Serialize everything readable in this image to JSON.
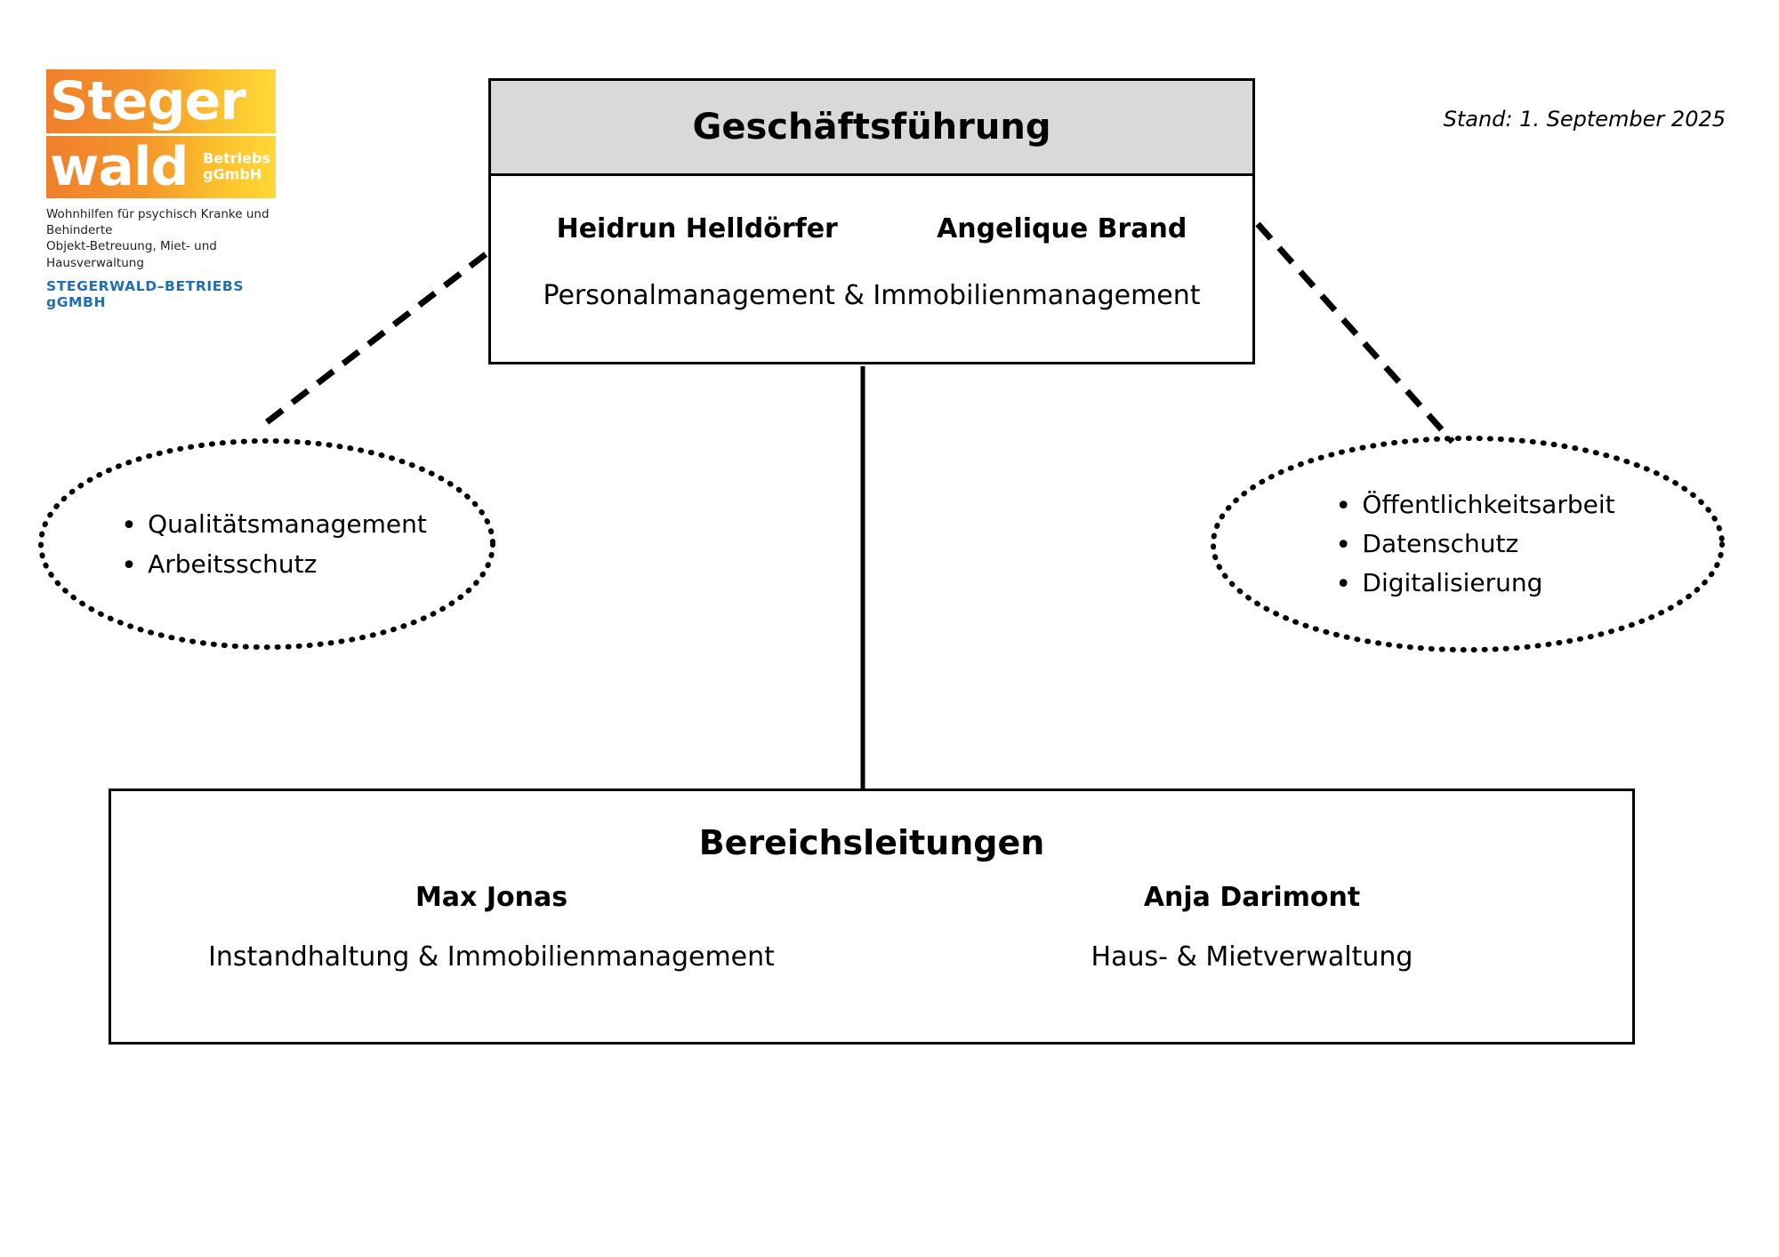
{
  "logo": {
    "word_top": "Steger",
    "word_bottom": "wald",
    "suffix_line1": "Betriebs",
    "suffix_line2": "gGmbH",
    "tagline_line1": "Wohnhilfen für psychisch Kranke und Behinderte",
    "tagline_line2": "Objekt-Betreuung, Miet- und Hausverwaltung",
    "legal_name": "STEGERWALD–BETRIEBS  gGMBH",
    "gradient_start": "#f07f2b",
    "gradient_end": "#ffd836",
    "legal_color": "#1f6fb2"
  },
  "date_stamp": "Stand: 1. September 2025",
  "management": {
    "title": "Geschäftsführung",
    "header_fill": "#d9d9d9",
    "people": [
      {
        "name": "Heidrun Helldörfer"
      },
      {
        "name": "Angelique Brand"
      }
    ],
    "role": "Personalmanagement & Immobilienmanagement"
  },
  "bubble_left": {
    "items": [
      "Qualitätsmanagement",
      "Arbeitsschutz"
    ]
  },
  "bubble_right": {
    "items": [
      "Öffentlichkeitsarbeit",
      "Datenschutz",
      "Digitalisierung"
    ]
  },
  "departments": {
    "title": "Bereichsleitungen",
    "columns": [
      {
        "name": "Max Jonas",
        "scope": "Instandhaltung & Immobilienmanagement"
      },
      {
        "name": "Anja Darimont",
        "scope": "Haus- & Mietverwaltung"
      }
    ]
  }
}
